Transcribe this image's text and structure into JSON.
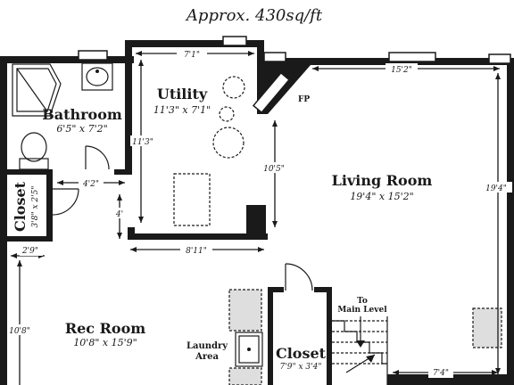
{
  "header": {
    "area": "Approx. 430sq/ft"
  },
  "rooms": {
    "bathroom": {
      "name": "Bathroom",
      "dims": "6'5\" x 7'2\""
    },
    "utility": {
      "name": "Utility",
      "dims": "11'3\" x 7'1\""
    },
    "living": {
      "name": "Living Room",
      "dims": "19'4\" x 15'2\""
    },
    "closet_left": {
      "name": "Closet",
      "dims": "3'8\" x 2'5\""
    },
    "rec": {
      "name": "Rec Room",
      "dims": "10'8\" x 15'9\""
    },
    "laundry": {
      "name_line1": "Laundry",
      "name_line2": "Area"
    },
    "closet_center": {
      "name": "Closet",
      "dims": "7'9\" x 3'4\""
    }
  },
  "labels": {
    "fp": "FP",
    "stairs_line1": "To",
    "stairs_line2": "Main Level"
  },
  "dimensions": {
    "utility_top": "7'1\"",
    "utility_side": "11'3\"",
    "living_top": "15'2\"",
    "living_side": "10'5\"",
    "living_right": "19'4\"",
    "bath_bottom": "4'2\"",
    "small_vert": "4'",
    "utility_bottom": "8'11\"",
    "closet_width": "2'9\"",
    "rec_side": "10'8\"",
    "bottom_right": "7'4\""
  }
}
